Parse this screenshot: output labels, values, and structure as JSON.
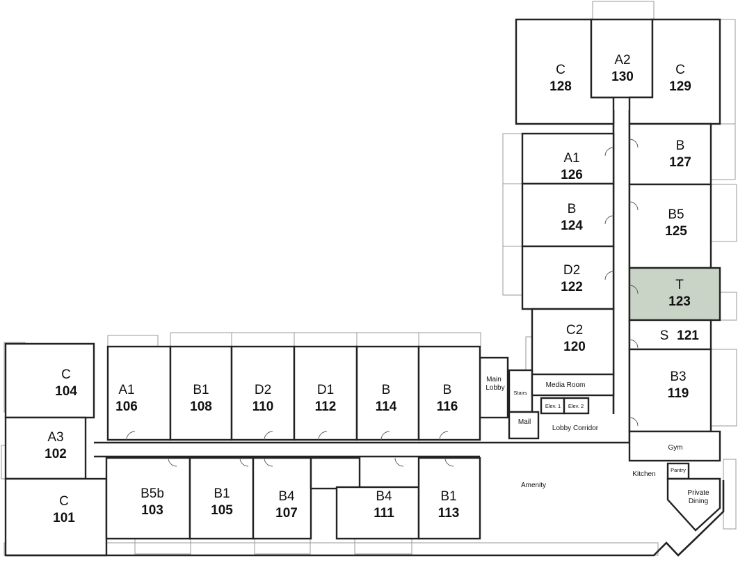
{
  "units": [
    {
      "id": "u128",
      "type": "C",
      "number": "128"
    },
    {
      "id": "u130",
      "type": "A2",
      "number": "130"
    },
    {
      "id": "u129",
      "type": "C",
      "number": "129"
    },
    {
      "id": "u126",
      "type": "A1",
      "number": "126"
    },
    {
      "id": "u127",
      "type": "B",
      "number": "127"
    },
    {
      "id": "u124",
      "type": "B",
      "number": "124"
    },
    {
      "id": "u125",
      "type": "B5",
      "number": "125"
    },
    {
      "id": "u122",
      "type": "D2",
      "number": "122"
    },
    {
      "id": "u123",
      "type": "T",
      "number": "123",
      "highlighted": true
    },
    {
      "id": "u120",
      "type": "C2",
      "number": "120"
    },
    {
      "id": "u121",
      "type": "S",
      "number": "121"
    },
    {
      "id": "u119",
      "type": "B3",
      "number": "119"
    },
    {
      "id": "u104",
      "type": "C",
      "number": "104"
    },
    {
      "id": "u106",
      "type": "A1",
      "number": "106"
    },
    {
      "id": "u108",
      "type": "B1",
      "number": "108"
    },
    {
      "id": "u110",
      "type": "D2",
      "number": "110"
    },
    {
      "id": "u112",
      "type": "D1",
      "number": "112"
    },
    {
      "id": "u114",
      "type": "B",
      "number": "114"
    },
    {
      "id": "u116",
      "type": "B",
      "number": "116"
    },
    {
      "id": "u102",
      "type": "A3",
      "number": "102"
    },
    {
      "id": "u101",
      "type": "C",
      "number": "101"
    },
    {
      "id": "u103",
      "type": "B5b",
      "number": "103"
    },
    {
      "id": "u105",
      "type": "B1",
      "number": "105"
    },
    {
      "id": "u107",
      "type": "B4",
      "number": "107"
    },
    {
      "id": "u111",
      "type": "B4",
      "number": "111"
    },
    {
      "id": "u113",
      "type": "B1",
      "number": "113"
    }
  ],
  "common_areas": {
    "main_lobby_line1": "Main",
    "main_lobby_line2": "Lobby",
    "stairs": "Stairs",
    "mail": "Mail",
    "media_room": "Media Room",
    "elev1": "Elev. 1",
    "elev2": "Elev. 2",
    "lobby_corridor": "Lobby Corridor",
    "gym": "Gym",
    "kitchen": "Kitchen",
    "pantry": "Pantry",
    "private_dining_line1": "Private",
    "private_dining_line2": "Dining",
    "amenity": "Amenity"
  },
  "colors": {
    "highlight": "#c9d3c6",
    "wall": "#222222"
  }
}
